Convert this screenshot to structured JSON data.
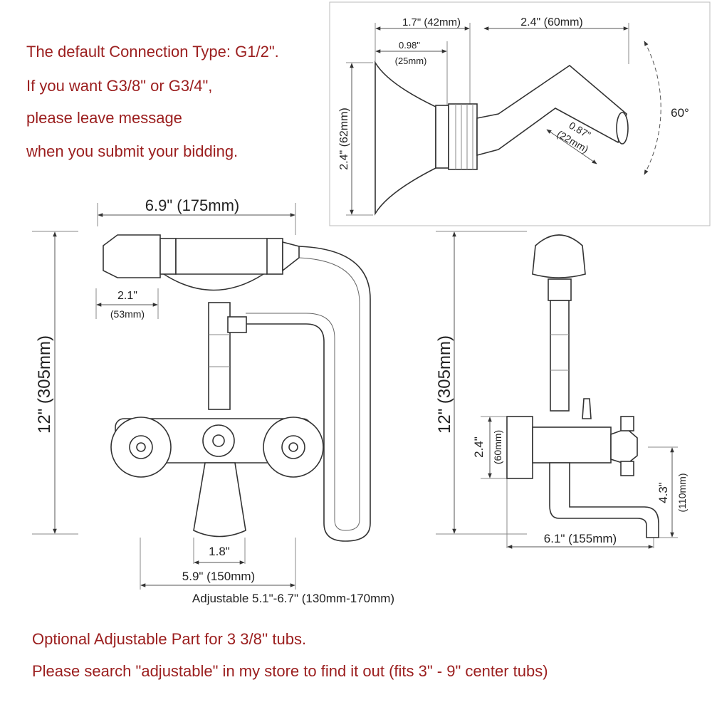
{
  "notes_top": [
    "The default Connection Type: G1/2\".",
    "If you want G3/8\" or G3/4\",",
    "please leave message",
    "when you submit your bidding."
  ],
  "notes_bottom": [
    "Optional Adjustable Part for 3 3/8'' tubs.",
    "Please search \"adjustable\" in my store to find it out (fits 3\" - 9\" center tubs)"
  ],
  "holder_dims": {
    "depth": "1.7\" (42mm)",
    "arm": "2.4\" (60mm)",
    "base_in": "0.98\"",
    "base_mm": "(25mm)",
    "height": "2.4\" (62mm)",
    "angle": "60°",
    "bore_in": "0.87\"",
    "bore_mm": "(22mm)"
  },
  "front_dims": {
    "width": "6.9\" (175mm)",
    "handset_in": "2.1\"",
    "handset_mm": "(53mm)",
    "height": "12\" (305mm)",
    "spout": "1.8\"",
    "centers": "5.9\" (150mm)",
    "adjustable": "Adjustable 5.1\"-6.7\" (130mm-170mm)"
  },
  "side_dims": {
    "height": "12\" (305mm)",
    "flange_in": "2.4\"",
    "flange_mm": "(60mm)",
    "spout_drop_in": "4.3\"",
    "spout_drop_mm": "(110mm)",
    "projection": "6.1\" (155mm)"
  }
}
